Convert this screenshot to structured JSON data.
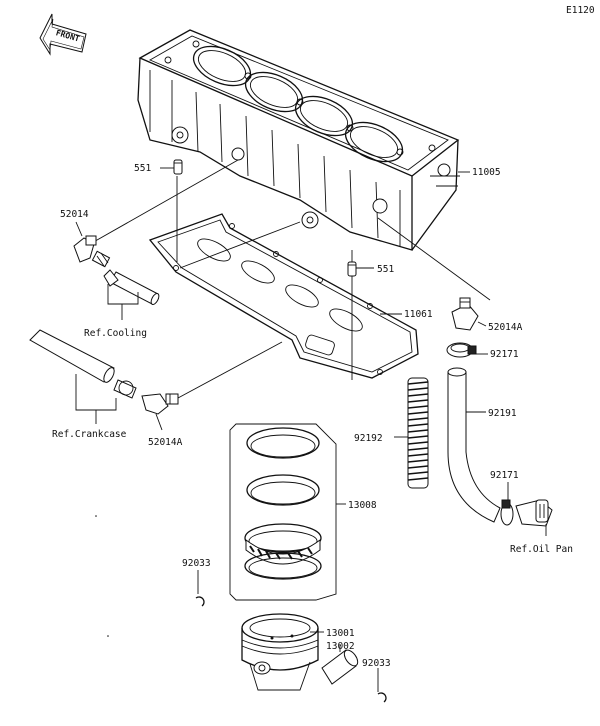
{
  "diagram_code": "E1120",
  "front_label": "FRONT",
  "parts": {
    "cylinder_block": "11005",
    "dowel_pin_upper": "551",
    "dowel_pin_lower": "551",
    "gasket": "11061",
    "fitting_left": "52014",
    "fitting_right": "52014A",
    "fitting_crankcase": "52014A",
    "clamp_upper": "92171",
    "clamp_lower": "92171",
    "hose": "92191",
    "spring_hose": "92192",
    "piston_ring_set": "13008",
    "piston": "13001",
    "piston_pin": "13002",
    "snap_ring_left": "92033",
    "snap_ring_right": "92033"
  },
  "refs": {
    "cooling": "Ref.Cooling",
    "crankcase": "Ref.Crankcase",
    "oil_pan": "Ref.Oil Pan"
  }
}
